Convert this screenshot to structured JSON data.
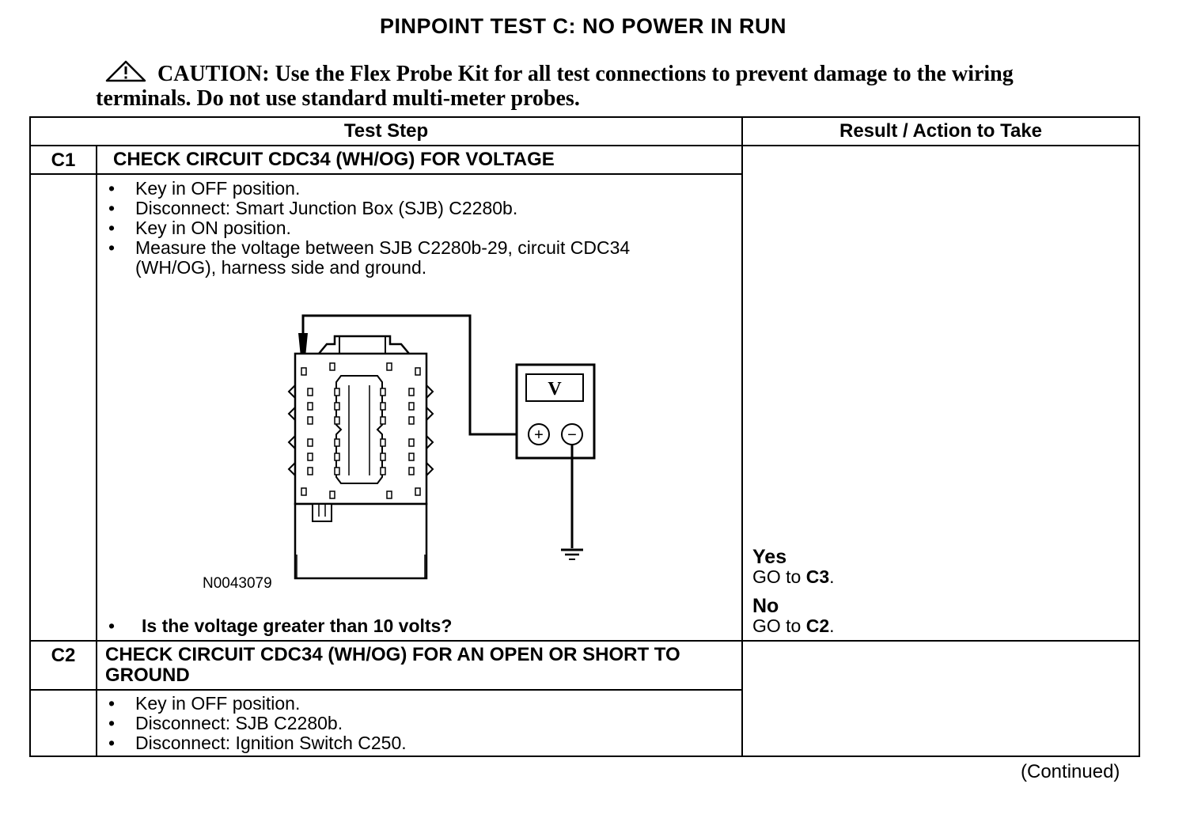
{
  "title": "PINPOINT TEST C: NO POWER IN RUN",
  "caution": {
    "icon": "warning-triangle-icon",
    "label": "CAUTION:",
    "text": "Use the Flex Probe Kit for all test connections to prevent damage to the wiring terminals. Do not use standard multi-meter probes."
  },
  "table": {
    "headers": [
      "Test Step",
      "Result / Action to Take"
    ],
    "steps": [
      {
        "id": "C1",
        "title": "CHECK CIRCUIT CDC34 (WH/OG) FOR VOLTAGE",
        "bullets": [
          "Key in OFF position.",
          "Disconnect: Smart Junction Box (SJB) C2280b.",
          "Key in ON position.",
          "Measure the voltage between SJB C2280b-29, circuit CDC34 (WH/OG), harness side and ground."
        ],
        "figure": {
          "id": "N0043079",
          "meter_label": "V",
          "plus": "+",
          "minus": "−"
        },
        "question": "Is the voltage greater than 10 volts?",
        "results": [
          {
            "label": "Yes",
            "prefix": "GO to ",
            "target": "C3",
            "suffix": "."
          },
          {
            "label": "No",
            "prefix": "GO to ",
            "target": "C2",
            "suffix": "."
          }
        ]
      },
      {
        "id": "C2",
        "title": "CHECK CIRCUIT CDC34 (WH/OG) FOR AN OPEN OR SHORT TO GROUND",
        "bullets": [
          "Key in OFF position.",
          "Disconnect: SJB C2280b.",
          "Disconnect: Ignition Switch C250."
        ]
      }
    ]
  },
  "continued": "(Continued)"
}
